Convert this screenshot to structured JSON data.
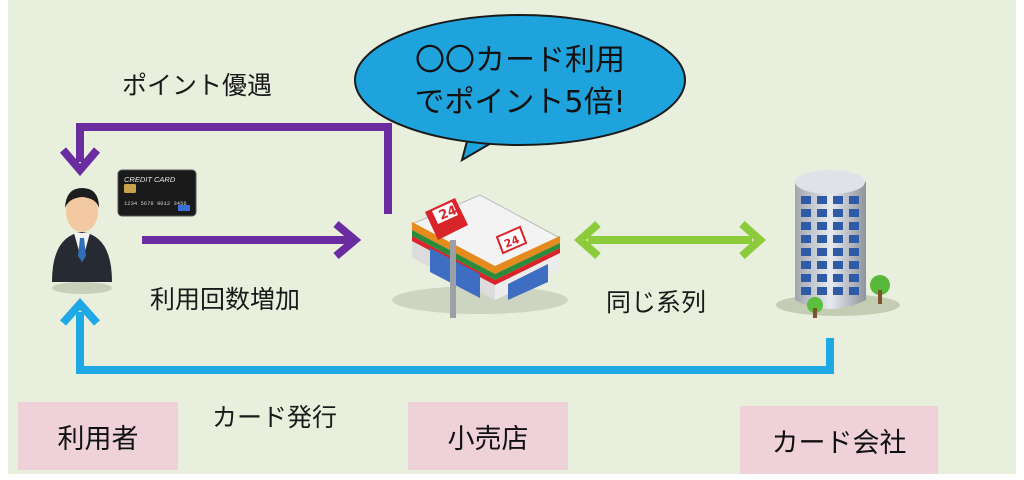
{
  "bubble": {
    "line1": "〇〇カード利用",
    "line2": "でポイント5倍!"
  },
  "flows": {
    "point_benefit": "ポイント優遇",
    "usage_increase": "利用回数増加",
    "same_group": "同じ系列",
    "card_issue": "カード発行"
  },
  "credit_card": {
    "title": "CREDIT CARD",
    "number": "1234 5678 9012 3456"
  },
  "store_sign": "24",
  "entities": {
    "user": "利用者",
    "retailer": "小売店",
    "card_company": "カード会社"
  },
  "colors": {
    "purple_arrow": "#6a2ca0",
    "blue_arrow": "#1ea8e6",
    "green_arrow": "#8ccc3c",
    "bubble": "#1ea3dc",
    "label_box": "#efd2d9"
  },
  "icons": [
    "businessman-icon",
    "credit-card-icon",
    "convenience-store-icon",
    "office-building-icon"
  ]
}
